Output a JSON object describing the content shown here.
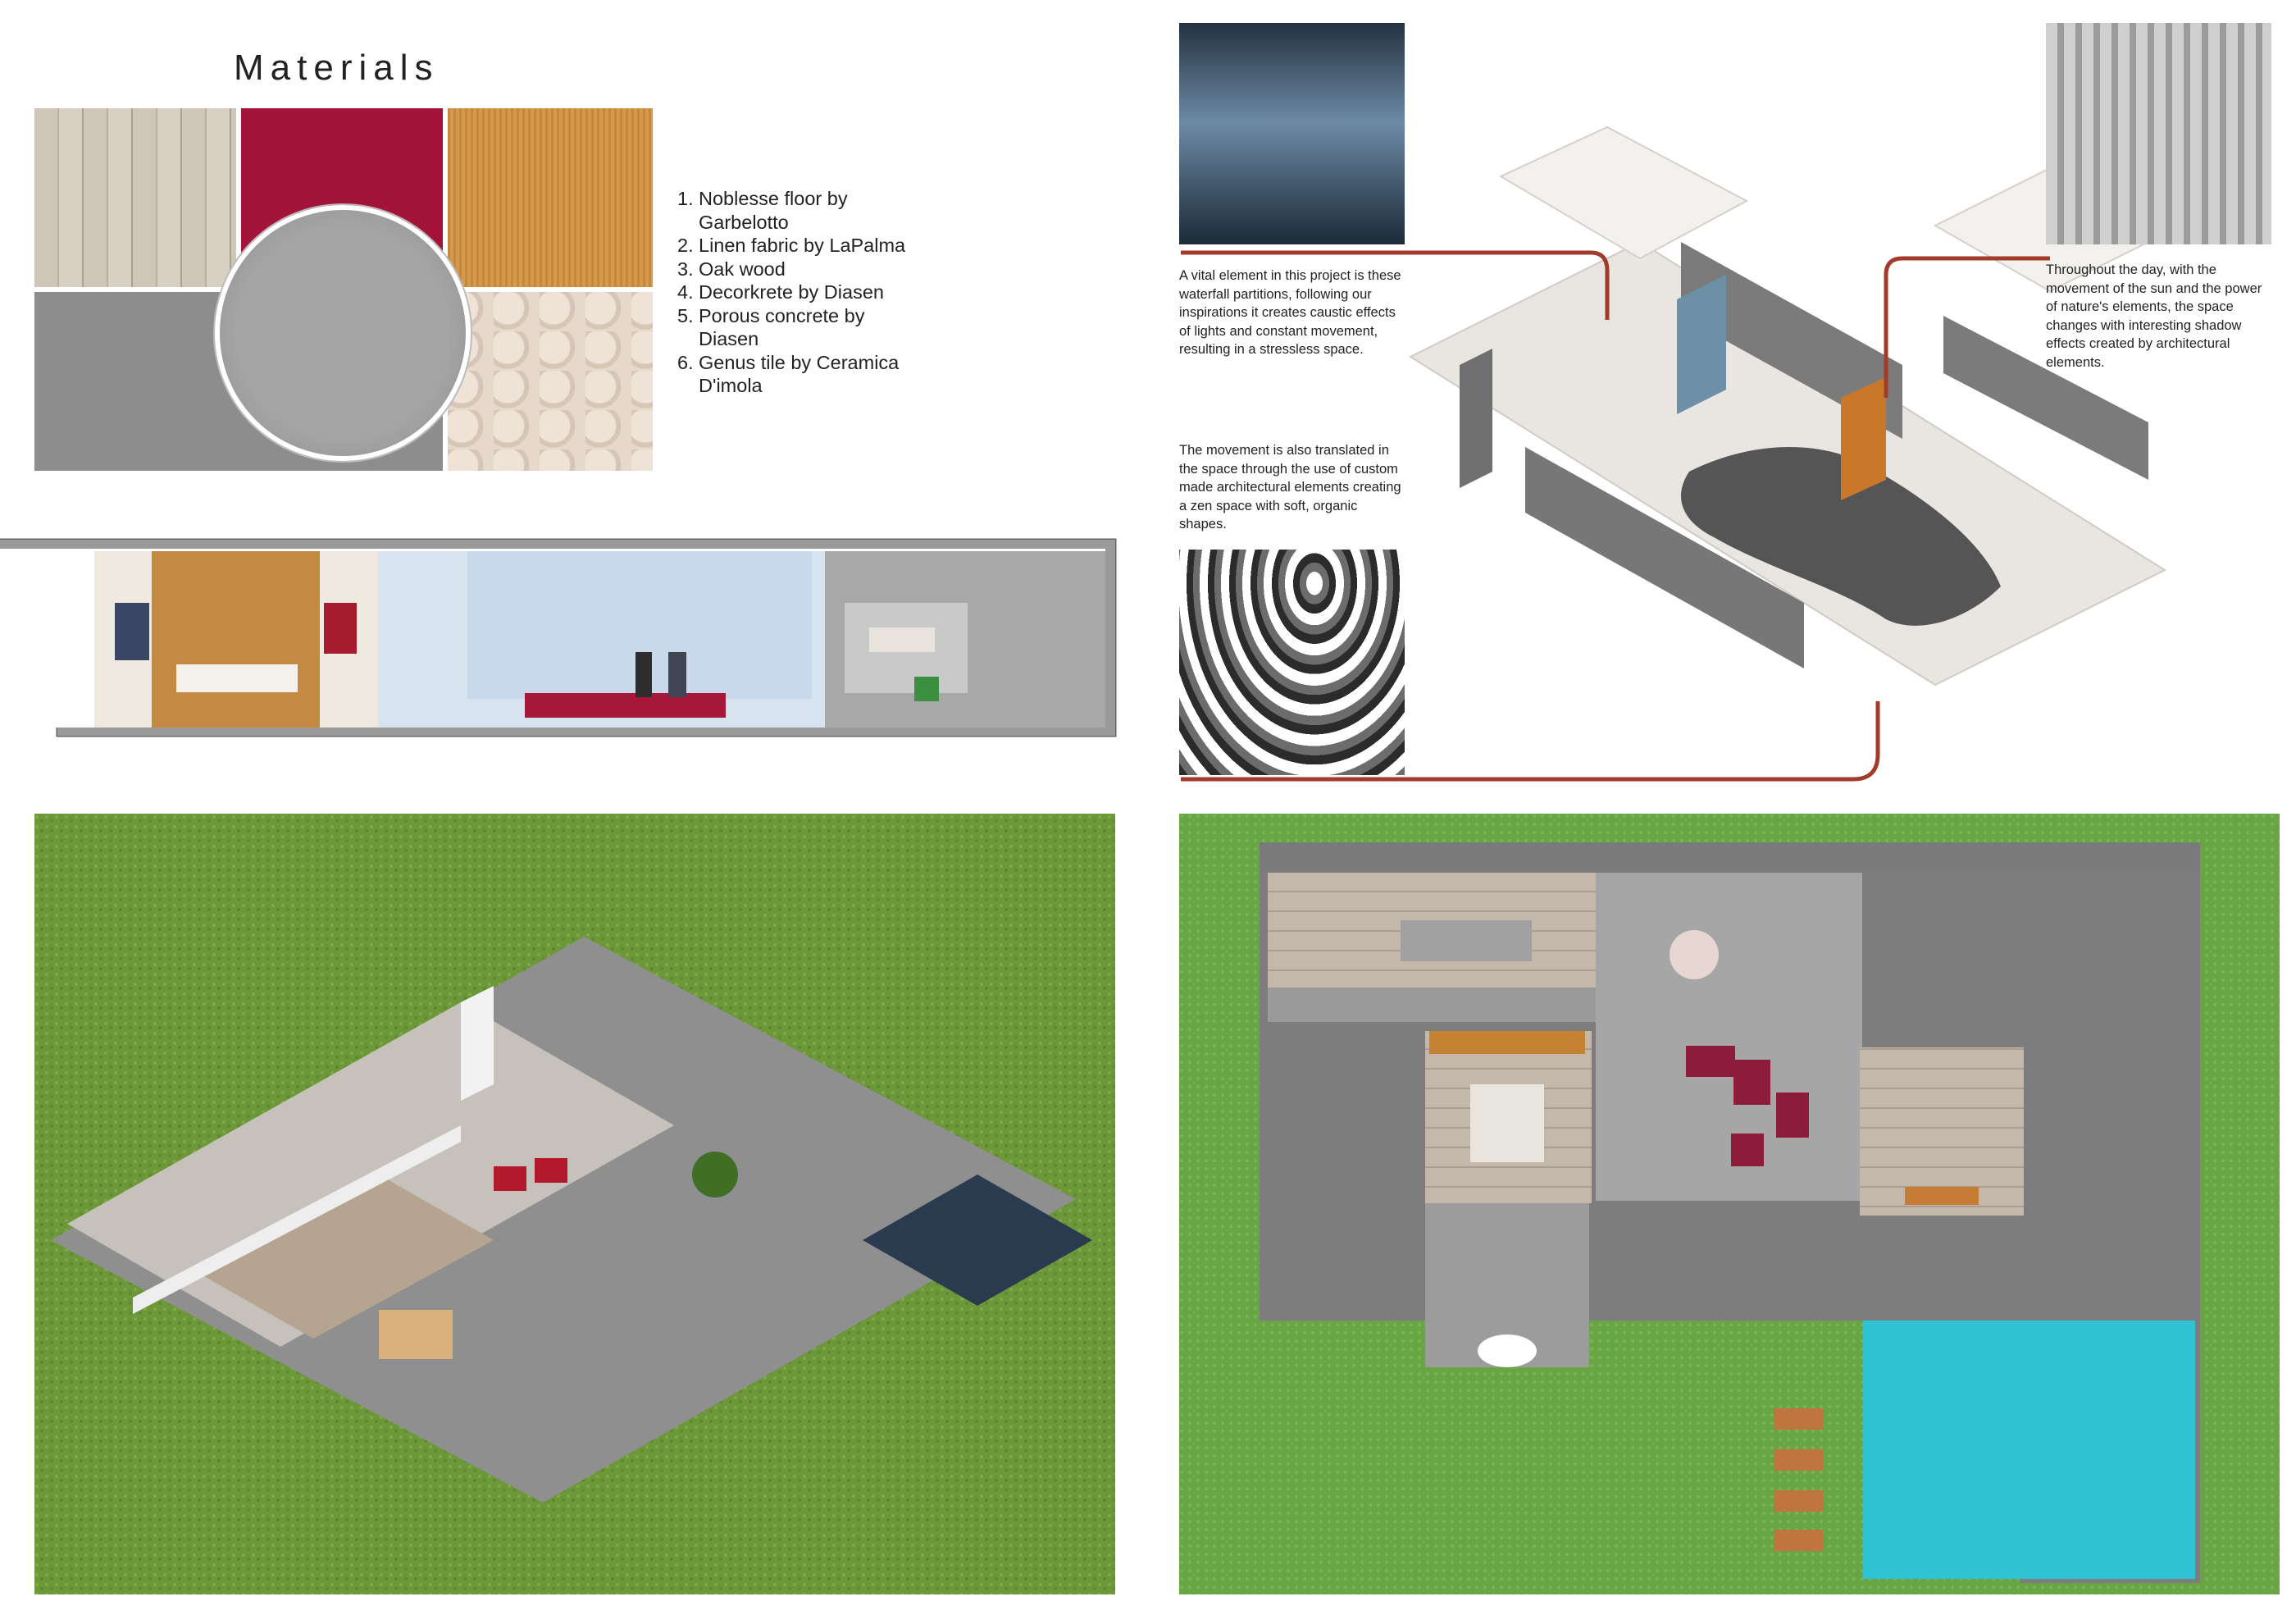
{
  "materials": {
    "title": "Materials",
    "items": [
      {
        "num": "1.",
        "text": "Noblesse floor by Garbelotto"
      },
      {
        "num": "2.",
        "text": "Linen fabric by LaPalma"
      },
      {
        "num": "3.",
        "text": "Oak wood"
      },
      {
        "num": "4.",
        "text": "Decorkrete by Diasen"
      },
      {
        "num": "5.",
        "text": "Porous concrete by Diasen"
      },
      {
        "num": "6.",
        "text": "Genus tile by Ceramica D'imola"
      }
    ]
  },
  "notes": {
    "waterfall": "A vital element in this project is these waterfall partitions, following our inspirations it creates caustic effects of lights and constant movement, resulting in a stressless space.",
    "movement": "The movement is also translated in the space through the use of custom made architectural elements creating a zen space with soft, organic shapes.",
    "sun": "Throughout the day, with the movement of the sun and the power of nature's elements, the space changes with interesting shadow effects created by architectural elements."
  },
  "colors": {
    "accent_line": "#a33a2a",
    "grass": "#6f9a3c",
    "floor_grey": "#8f8f8f",
    "wood": "#c89052",
    "fabric": "#9e1535",
    "pool": "#2ec4d6"
  }
}
